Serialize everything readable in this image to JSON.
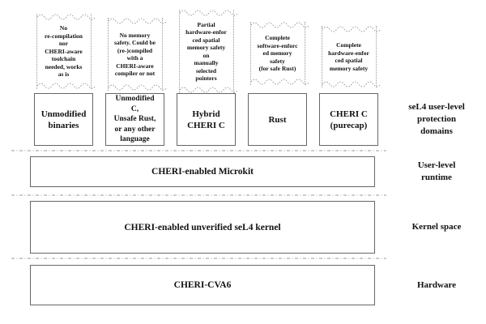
{
  "columns": [
    {
      "annotation": "No\nre-compilation\nnor\nCHERI-aware\ntoolchain\nneeded, works\nas is",
      "box": "Unmodified\nbinaries"
    },
    {
      "annotation": "No memory\nsafety. Could be\n(re-)compiled\nwith a\nCHERI-aware\ncompiler or not",
      "box": "Unmodified\nC,\nUnsafe Rust,\nor any other\nlanguage"
    },
    {
      "annotation": "Partial\nhardware-enfor\nced spatial\nmemory safety\non\nmanually\nselected\npointers",
      "box": "Hybrid\nCHERI C"
    },
    {
      "annotation": "Complete\nsoftware-enforc\ned memory\nsafety\n(for safe Rust)",
      "box": "Rust"
    },
    {
      "annotation": "Complete\nhardware-enfor\nced spatial\nmemory safety",
      "box": "CHERI C\n(purecap)"
    }
  ],
  "layers": {
    "runtime": "CHERI-enabled Microkit",
    "kernel": "CHERI-enabled unverified seL4 kernel",
    "hardware": "CHERI-CVA6"
  },
  "side_labels": {
    "domains": "seL4 user-level\nprotection\ndomains",
    "runtime": "User-level\nruntime",
    "kernel": "Kernel space",
    "hardware": "Hardware"
  },
  "colors": {
    "background": "#ffffff",
    "text": "#111111",
    "box_border": "#666666",
    "cloud_border": "#999999",
    "separator": "#999999"
  }
}
